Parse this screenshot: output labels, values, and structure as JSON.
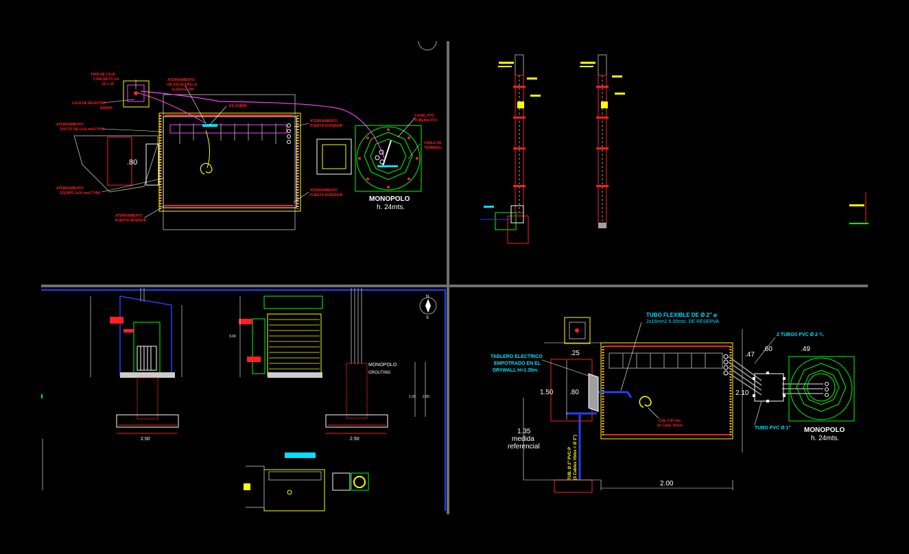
{
  "colors": {
    "background": "#000000",
    "divider": "#7a7a7a",
    "red": "#ff2020",
    "green": "#00ff00",
    "yellow": "#ffff00",
    "magenta": "#ff40ff",
    "cyan": "#00e0ff",
    "blue": "#2040ff",
    "white": "#ffffff",
    "grey": "#a0a0a0"
  },
  "north_arrow": {
    "north": "N",
    "south": "S"
  },
  "plan_top": {
    "monopole_title": "MONOPOLO",
    "monopole_height": "h. 24mts.",
    "dim_80": ".80",
    "red_labels": [
      "TAPA DE CAJA",
      "CONCRETO 1/4",
      "1/2 x 10",
      "ATERRAMIENTO",
      "DE ESCALERILLA",
      "1x16mm2 SIN",
      "CAJA DE REGISTRO",
      "BARRA",
      "DE COBRE",
      "ATERRAMIENTO",
      "DUCTO DE 1x16 mm2 THW",
      "ATERRAMIENTO",
      "EQUIPO 1x16 mm2 THW",
      "ATERRAMIENTO",
      "PUERTA SUPERIOR",
      "CANAL PVC",
      "ATERRAMIENTO",
      "PUERTA SUPERIOR",
      "ATERRAMIENTO",
      "PUERTA INFERIOR",
      "TUBERIA PVC",
      "CABLE DE",
      "TERMINAL"
    ]
  },
  "sections": {
    "monopole_label": "MONOPOLO",
    "grouting": "GROUTING",
    "dim_250a": "2.50",
    "dim_250b": "2.50",
    "dim_120": "1.20",
    "dim_220": "2.20",
    "dim_300": "3.00"
  },
  "plan_detail": {
    "flexible_tube": "TUBO FLEXIBLE DE Ø 2\" ⌀",
    "flexible_tube_sub": "2x16mm2 5.00mts. DE RESERVA",
    "two_tubes": "2 TUBOS PVC Ø 2 ¾",
    "panel_1": "TABLERO ELECTRICO",
    "panel_2": "EMPOTRADO EN EL",
    "panel_3": "DRYWALL H=1.35m.",
    "pvc_tube": "TUBO PVC Ø 1\"",
    "monopole_title": "MONOPOLO",
    "monopole_height": "h. 24mts.",
    "dim_25": ".25",
    "dim_60": ".60",
    "dim_49": ".49",
    "dim_47": ".47",
    "dim_150": "1.50",
    "dim_80": ".80",
    "dim_210": "2.10",
    "dim_135": "1.35",
    "medida": "medida",
    "referencial": "referencial",
    "dim_200": "2.00",
    "vertical_label": "TUB. Ø 2\" PVC-P",
    "vertical_label_2": "(3 Cables Vbles = Ø 3\")",
    "coil_label_1": "Cola 3.00 mts.",
    "coil_label_2": "de Cable 35mm²"
  }
}
